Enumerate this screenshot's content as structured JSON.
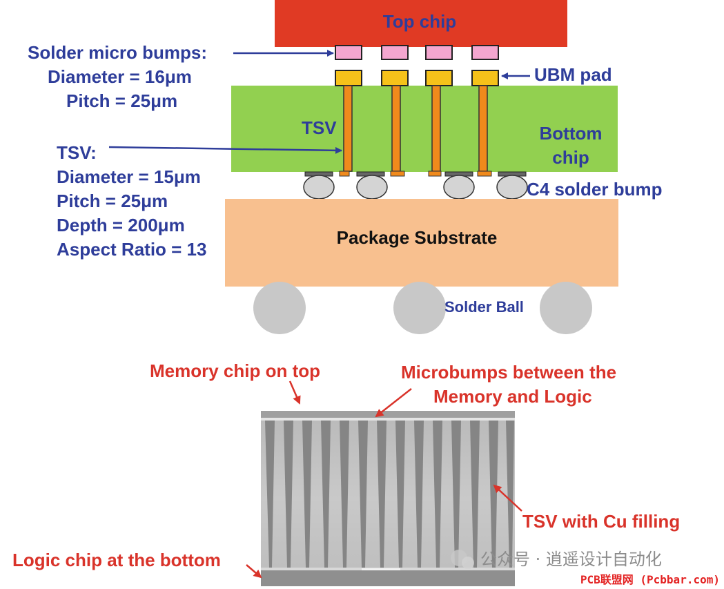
{
  "colors": {
    "top_chip": "#e03a24",
    "micro_bump": "#f4a6cf",
    "ubm_pad": "#f6c21a",
    "tsv": "#f08a1c",
    "bottom_chip": "#92d050",
    "c4_bump": "#d4d4d4",
    "substrate": "#f8c08f",
    "solder_ball": "#c8c8c8",
    "label_blue": "#2e3d9a",
    "label_red": "#d9332a"
  },
  "schematic": {
    "top_chip_label": "Top chip",
    "micro_bumps_title": "Solder micro bumps:",
    "micro_bumps_diameter": "Diameter = 16μm",
    "micro_bumps_pitch": "Pitch = 25μm",
    "ubm_pad_label": "UBM pad",
    "tsv_inline_label": "TSV",
    "bottom_chip_line1": "Bottom",
    "bottom_chip_line2": "chip",
    "tsv_title": "TSV:",
    "tsv_diameter": "Diameter = 15μm",
    "tsv_pitch": "Pitch = 25μm",
    "tsv_depth": "Depth = 200μm",
    "tsv_aspect_ratio": "Aspect Ratio = 13",
    "c4_label": "C4 solder bump",
    "substrate_label": "Package Substrate",
    "solder_ball_label": "Solder Ball"
  },
  "micrograph": {
    "memory_chip_label": "Memory chip on top",
    "microbumps_line1": "Microbumps between the",
    "microbumps_line2": "Memory and Logic",
    "tsv_cu_label": "TSV with Cu filling",
    "logic_chip_label": "Logic chip at the bottom"
  },
  "watermark": {
    "wechat_text": "公众号 · 逍遥设计自动化",
    "site_text": "PCB联盟网 (Pcbbar.com)"
  }
}
